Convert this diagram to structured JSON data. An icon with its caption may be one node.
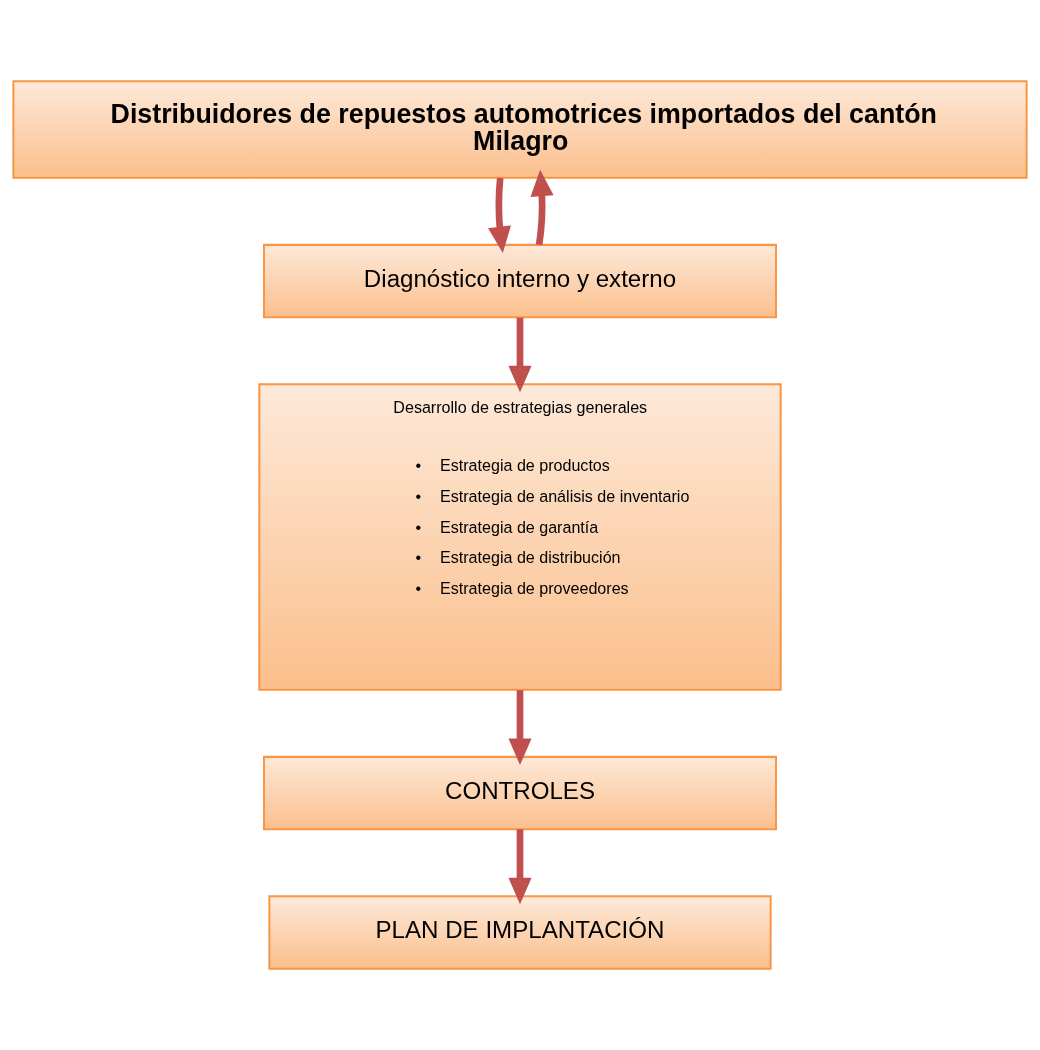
{
  "diagram": {
    "nodes": [
      {
        "text": [
          "Distribuidores de repuestos automotrices importados del cantón Milagro"
        ]
      },
      {
        "text": [
          "Diagnóstico interno y externo"
        ]
      },
      {
        "text": [
          "Desarrollo de estrategias generales",
          "•",
          "Estrategia de productos",
          "•",
          "Estrategia de análisis de inventario",
          "•",
          "Estrategia de garantía",
          "•",
          "Estrategia de distribución",
          "•",
          "Estrategia de proveedores"
        ]
      },
      {
        "text": [
          "CONTROLES"
        ]
      },
      {
        "text": [
          "PLAN DE IMPLANTACIÓN"
        ]
      }
    ],
    "edges": [
      {
        "from": 0,
        "to": 1,
        "arrow": "to"
      },
      {
        "from": 1,
        "to": 0,
        "arrow": "to"
      },
      {
        "from": 1,
        "to": 2,
        "arrow": "to"
      },
      {
        "from": 2,
        "to": 3,
        "arrow": "to"
      },
      {
        "from": 3,
        "to": 4,
        "arrow": "to"
      }
    ]
  }
}
